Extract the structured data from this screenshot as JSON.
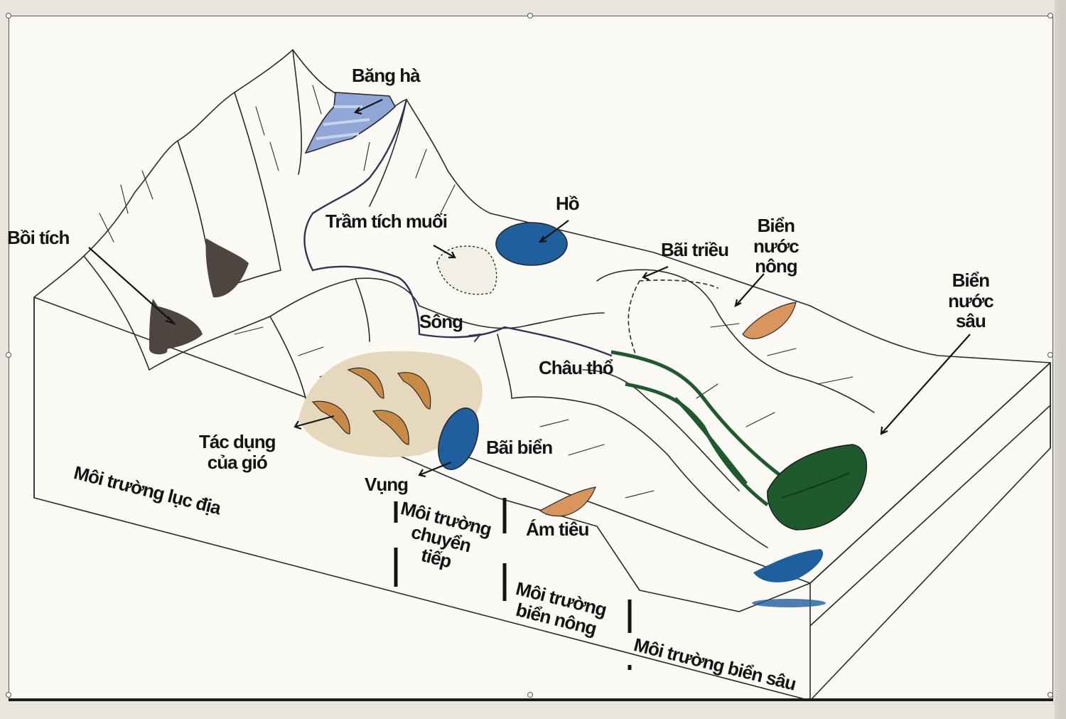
{
  "labels": {
    "bang_ha": "Băng hà",
    "boi_tich": "Bồi tích",
    "tram_tich_muoi": "Trầm tích muối",
    "ho": "Hồ",
    "bai_trieu": "Bãi triều",
    "bien_nuoc_nong": [
      "Biển",
      "nước",
      "nông"
    ],
    "bien_nuoc_sau": [
      "Biển",
      "nước",
      "sâu"
    ],
    "song": "Sông",
    "chau_tho": "Châu thổ",
    "tac_dung_cua_gio": [
      "Tác dụng",
      "của gió"
    ],
    "bai_bien": "Bãi biển",
    "vung": "Vụng",
    "am_tieu": "Ám tiêu"
  },
  "zones": {
    "luc_dia": "Môi trường lục địa",
    "chuyen_tiep": [
      "Môi trường",
      "chuyển",
      "tiếp"
    ],
    "bien_nong": [
      "Môi trường",
      "biển nông"
    ],
    "bien_sau": "Môi trường biển sâu"
  },
  "colors": {
    "paper": "#fbfaf5",
    "glacier": "#8fa6d6",
    "lake": "#1f5f9e",
    "lagoon": "#1f5f9e",
    "dune_field": "#e5d8bd",
    "dune": "#c98a45",
    "alluvial_fan": "#4e4540",
    "reef": "#d9955c",
    "turbidite_fan": "#1e5a2c",
    "salt": "#f2efe6",
    "line": "#2a2a2a",
    "river": "#3a2f5a"
  }
}
